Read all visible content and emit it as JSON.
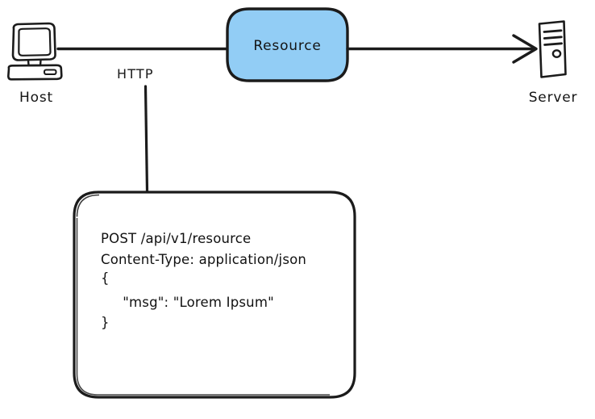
{
  "diagram": {
    "title": "HTTP request flow diagram",
    "background_color": "#ffffff",
    "ink_color": "#1b1b1b",
    "style": "hand-drawn sketch"
  },
  "nodes": {
    "host": {
      "label": "Host",
      "icon": "desktop-computer-icon"
    },
    "resource": {
      "label": "Resource",
      "fill_color": "#92CDF5",
      "border_color": "#1b1b1b",
      "shape": "rounded-rectangle"
    },
    "server": {
      "label": "Server",
      "icon": "server-tower-icon"
    }
  },
  "edges": {
    "host_to_resource": {
      "label": "HTTP",
      "arrow": false
    },
    "resource_to_server": {
      "label": "",
      "arrow": true,
      "arrow_head": "open-chevron"
    },
    "http_to_payload": {
      "label": "",
      "arrow": false
    }
  },
  "payload_box": {
    "shape": "rounded-rectangle",
    "fill_color": "#ffffff",
    "border_color": "#1b1b1b",
    "lines": [
      "POST /api/v1/resource",
      "Content-Type: application/json",
      "{",
      "     \"msg\": \"Lorem Ipsum\"",
      "}"
    ]
  }
}
